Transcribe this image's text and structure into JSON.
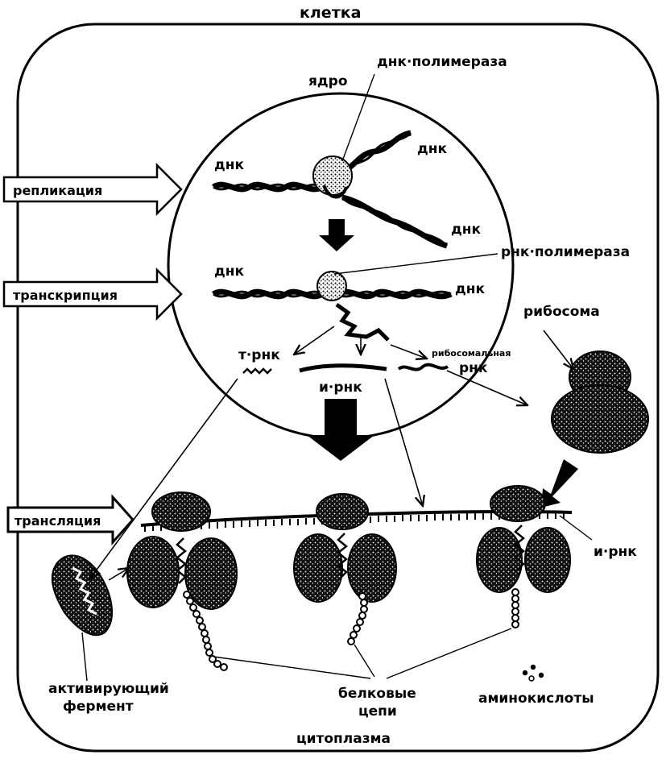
{
  "labels": {
    "cell": "клетка",
    "nucleus": "ядро",
    "dna_polymerase": "днк·полимераза",
    "dna_left": "днк",
    "dna_top_right": "днк",
    "dna_bottom_right": "днк",
    "dna_transcription_left": "днк",
    "dna_transcription_right": "днк",
    "rna_polymerase": "рнк·полимераза",
    "ribosome": "рибосома",
    "trna": "т·рнк",
    "mrna_nucleus": "и·рнк",
    "ribosomal_rna_line1": "рибосомальная",
    "ribosomal_rna_line2": "рнк",
    "mrna_cytoplasm": "и·рнк",
    "activating_enzyme_line1": "активирующий",
    "activating_enzyme_line2": "фермент",
    "protein_chains_line1": "белковые",
    "protein_chains_line2": "цепи",
    "amino_acids": "аминокислоты",
    "cytoplasm": "цитоплазма"
  },
  "processes": {
    "replication": "репликация",
    "transcription": "транскрипция",
    "translation": "трансляция"
  },
  "colors": {
    "ink": "#000000",
    "paper": "#ffffff"
  }
}
